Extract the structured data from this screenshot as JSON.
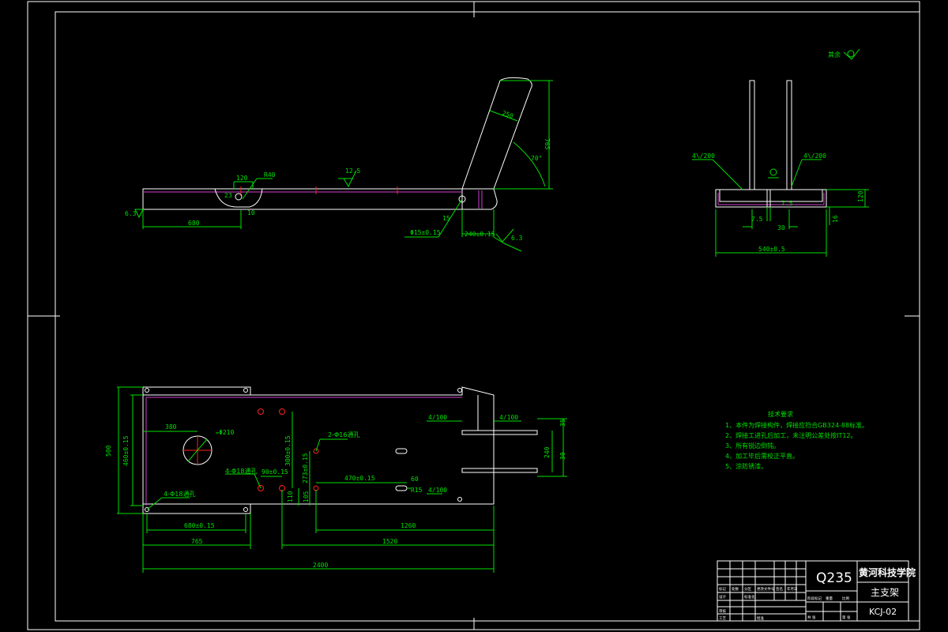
{
  "side_view": {
    "dims": {
      "d120": "120",
      "r40": "R40",
      "d23": "23",
      "d10": "10",
      "d680": "680",
      "d250": "250",
      "d765": "765",
      "ang70": "70°",
      "d15": "15",
      "hole_dim": "Φ15±0.15",
      "d240": "240±0.15",
      "rough1": "12.5",
      "rough2": "6.3",
      "rough3": "6.3"
    }
  },
  "front_view": {
    "weld_symbol": "其余",
    "dims": {
      "weld_left": "4\\/200",
      "weld_right": "4\\/200",
      "d120": "120",
      "d16": "16",
      "d7a": "7.5",
      "d7b": "7.5",
      "d30": "30",
      "d540": "540±0.5"
    }
  },
  "top_view": {
    "dims": {
      "d380": "380",
      "d500": "500",
      "d460": "460±0.15",
      "phi210": "Φ210",
      "h4_label": "4-Φ18通孔",
      "h4b_label": "4-Φ18通孔",
      "h2_label": "2-Φ16通孔",
      "d90": "90±0.15",
      "d300": "300±0.15",
      "d273": "273±0.15",
      "d110": "110",
      "d105": "105",
      "d470": "470±0.15",
      "d60": "60",
      "r15": "R15",
      "d680": "680±0.15",
      "d765": "765",
      "d1260": "1260",
      "d1520": "1520",
      "d2400": "2400",
      "d35": "35",
      "d240": "240",
      "d30": "30",
      "weld_a": "4/100",
      "weld_b": "4/100",
      "weld_c": "4/100"
    }
  },
  "tech_requirements": {
    "title": "技术要求",
    "items": [
      "1、本件为焊接构件，焊接应符合GB324-88标准。",
      "2、焊接工进孔后加工，未注明公差处按IT12。",
      "3、所有锐边倒钝。",
      "4、加工毕后需校正平直。",
      "5、涂防锈漆。"
    ]
  },
  "title_block": {
    "material": "Q235",
    "school": "黄河科技学院",
    "part_name": "主支架",
    "drawing_no": "KCJ-02",
    "cells": [
      "标记",
      "处数",
      "分区",
      "更改文件号",
      "签名",
      "年月日",
      "设计",
      "标准化",
      "阶段标记",
      "重量",
      "比例",
      "审核",
      "工艺",
      "批准",
      "共 张",
      "第 张"
    ]
  }
}
